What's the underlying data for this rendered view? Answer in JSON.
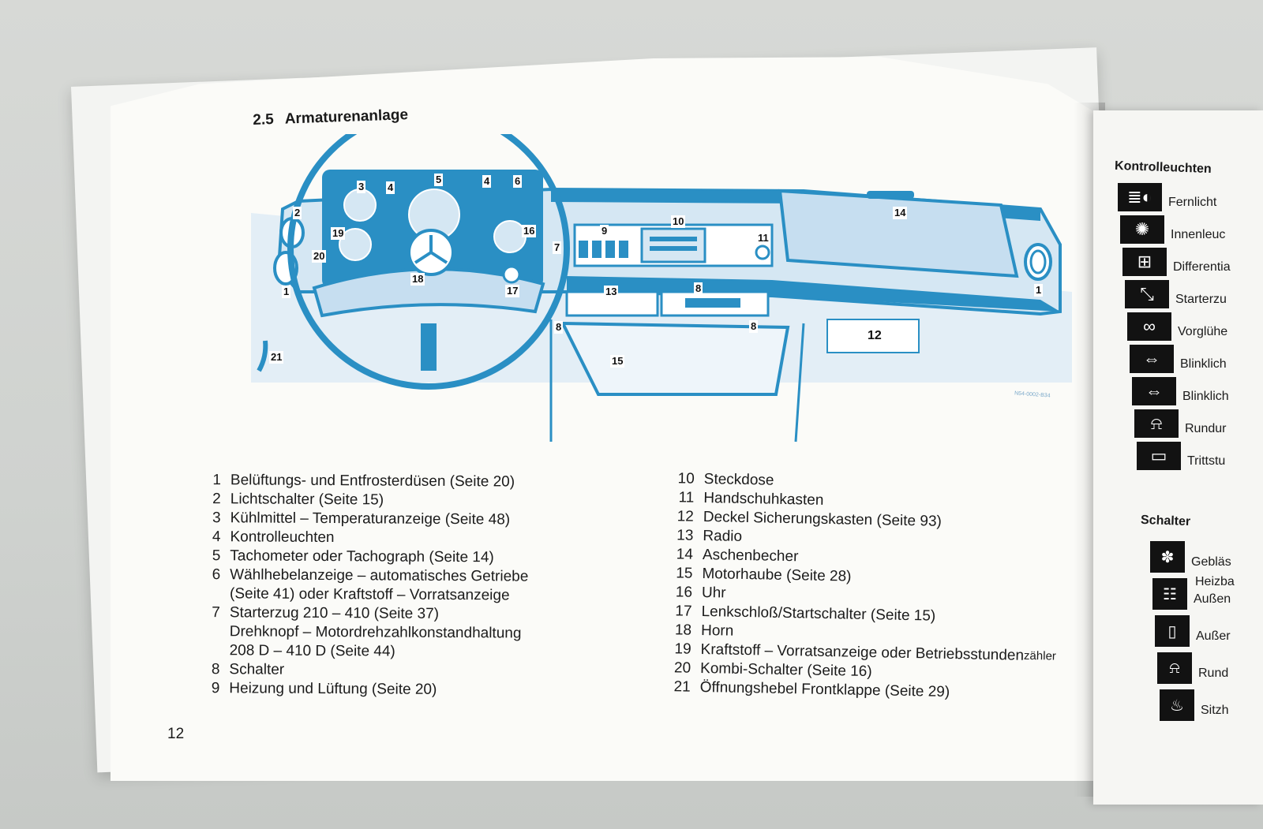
{
  "section": {
    "number": "2.5",
    "title": "Armaturenanlage"
  },
  "figure": {
    "code": "N54-0002-B34",
    "callouts": [
      "1",
      "2",
      "3",
      "4",
      "5",
      "4",
      "6",
      "19",
      "20",
      "1",
      "18",
      "17",
      "16",
      "7",
      "8",
      "9",
      "10",
      "11",
      "14",
      "13",
      "8",
      "8",
      "12",
      "15",
      "21",
      "1"
    ]
  },
  "legend_left": [
    {
      "num": "1",
      "text": "Belüftungs- und Entfrosterdüsen (Seite 20)"
    },
    {
      "num": "2",
      "text": "Lichtschalter (Seite 15)"
    },
    {
      "num": "3",
      "text": "Kühlmittel – Temperaturanzeige (Seite 48)"
    },
    {
      "num": "4",
      "text": "Kontrolleuchten"
    },
    {
      "num": "5",
      "text": "Tachometer oder Tachograph (Seite 14)"
    },
    {
      "num": "6",
      "text": "Wählhebelanzeige – automatisches Getriebe"
    },
    {
      "num": "",
      "text": "(Seite 41) oder Kraftstoff – Vorratsanzeige"
    },
    {
      "num": "7",
      "text": "Starterzug 210 – 410 (Seite 37)"
    },
    {
      "num": "",
      "text": "Drehknopf – Motordrehzahlkonstandhaltung"
    },
    {
      "num": "",
      "text": "208 D – 410 D (Seite 44)"
    },
    {
      "num": "8",
      "text": "Schalter"
    },
    {
      "num": "9",
      "text": "Heizung und Lüftung (Seite 20)"
    }
  ],
  "legend_right": [
    {
      "num": "10",
      "text": "Steckdose"
    },
    {
      "num": "11",
      "text": "Handschuhkasten"
    },
    {
      "num": "12",
      "text": "Deckel Sicherungskasten (Seite 93)"
    },
    {
      "num": "13",
      "text": "Radio"
    },
    {
      "num": "14",
      "text": "Aschenbecher"
    },
    {
      "num": "15",
      "text": "Motorhaube (Seite 28)"
    },
    {
      "num": "16",
      "text": "Uhr"
    },
    {
      "num": "17",
      "text": "Lenkschloß/Startschalter (Seite 15)"
    },
    {
      "num": "18",
      "text": "Horn"
    },
    {
      "num": "19",
      "text": "Kraftstoff – Vorratsanzeige oder Betriebsstunden",
      "tail": "zähler"
    },
    {
      "num": "20",
      "text": "Kombi-Schalter (Seite 16)"
    },
    {
      "num": "21",
      "text": "Öffnungshebel Frontklappe (Seite 29)"
    }
  ],
  "page_number": "12",
  "right_page": {
    "control_title": "Kontrolleuchten",
    "controls": [
      {
        "label": "Fernlicht",
        "icon": "high-beam-icon"
      },
      {
        "label": "Innenleuc",
        "icon": "interior-light-icon"
      },
      {
        "label": "Differentia",
        "icon": "differential-lock-icon"
      },
      {
        "label": "Starterzu",
        "icon": "choke-icon"
      },
      {
        "label": "Vorglühe",
        "icon": "glow-plug-icon"
      },
      {
        "label": "Blinklich",
        "icon": "turn-signal-icon"
      },
      {
        "label": "Blinklich",
        "icon": "turn-signal-trailer-icon"
      },
      {
        "label": "Rundur",
        "icon": "beacon-light-icon"
      },
      {
        "label": "Trittstu",
        "icon": "step-light-icon"
      }
    ],
    "switch_title": "Schalter",
    "switches": [
      {
        "label": "Gebläs",
        "label2": "",
        "icon": "blower-icon"
      },
      {
        "label": "Außen",
        "label2": "Heizba",
        "icon": "heated-mirror-icon"
      },
      {
        "label": "Außer",
        "label2": "",
        "icon": "outside-mirror-icon"
      },
      {
        "label": "Rund",
        "label2": "",
        "icon": "beacon-switch-icon"
      },
      {
        "label": "Sitzh",
        "label2": "",
        "icon": "seat-heating-icon"
      }
    ]
  },
  "colors": {
    "diagram_blue": "#2a8fc4",
    "diagram_light": "#cfe4f1",
    "page": "#fbfbf8"
  }
}
